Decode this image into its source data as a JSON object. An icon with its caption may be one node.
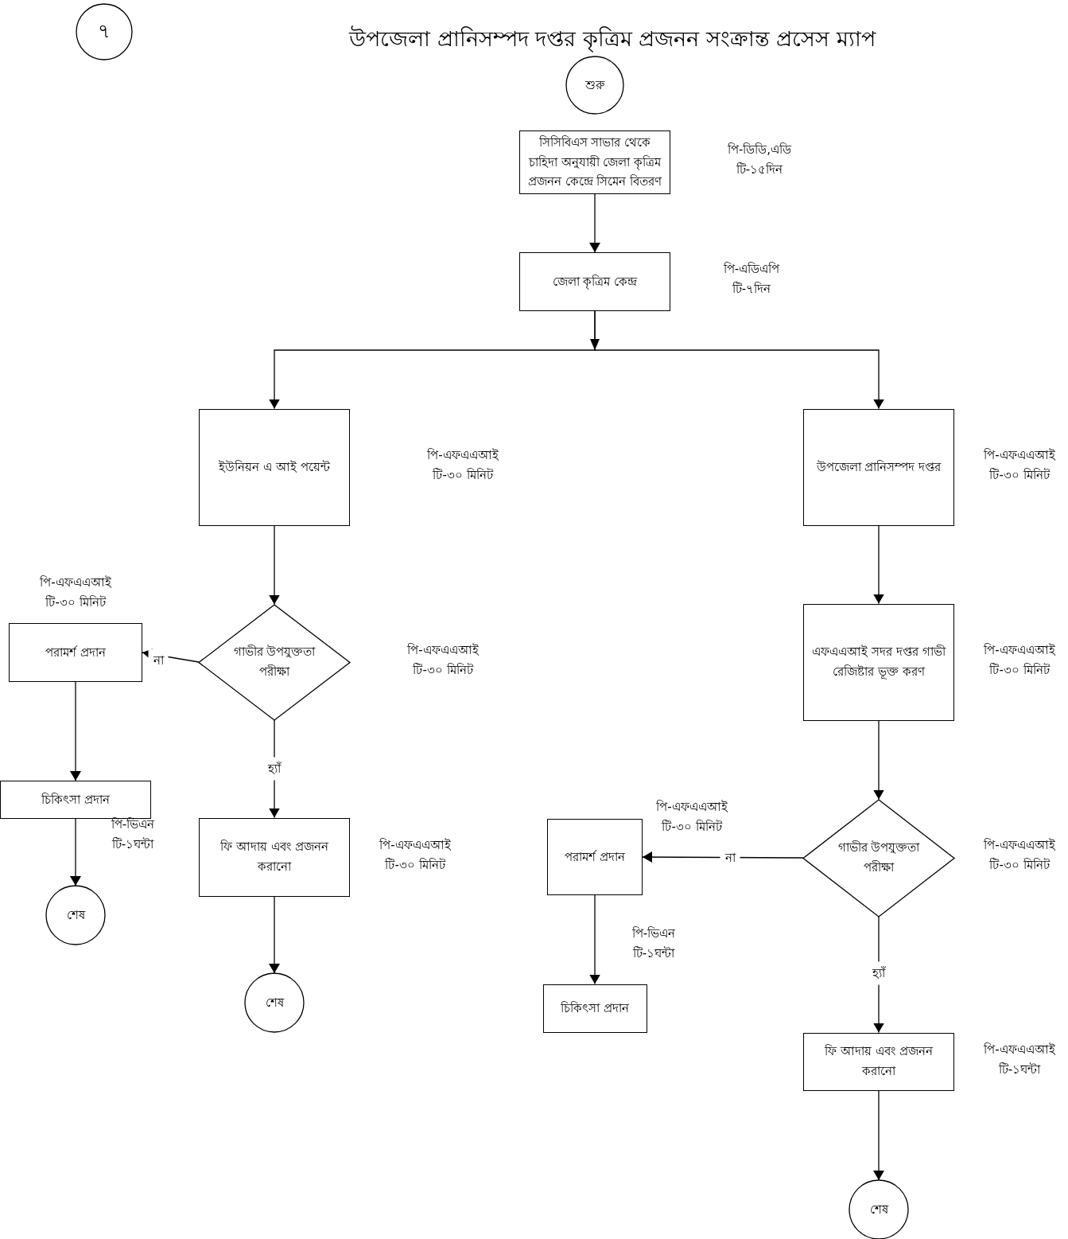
{
  "diagram": {
    "title": "উপজেলা প্রানিসম্পদ দপ্তর কৃত্রিম প্রজনন সংক্রান্ত প্রসেস ম্যাপ",
    "nodes": [
      {
        "text": [
          "৭"
        ]
      },
      {
        "text": [
          "শুরু"
        ]
      },
      {
        "text": [
          "সিসিবিএস সাভার থেকে চাহিদা অনুযায়ী জেলা কৃত্রিম প্রজনন কেন্দ্রে সিমেন বিতরণ"
        ],
        "beside": [
          "পি-ডিডি,এডি",
          "টি-১৫দিন"
        ]
      },
      {
        "text": [
          "জেলা কৃত্রিম কেন্দ্র"
        ],
        "beside": [
          "পি-এডিএপি",
          "টি-৭দিন"
        ]
      },
      {
        "text": [
          "ইউনিয়ন এ আই পয়েন্ট"
        ],
        "beside": [
          "পি-এফএএআই",
          "টি-৩০ মিনিট"
        ]
      },
      {
        "text": [
          "উপজেলা প্রানিসম্পদ দপ্তর"
        ],
        "beside": [
          "পি-এফএএআই",
          "টি-৩০ মিনিট"
        ]
      },
      {
        "text": [
          "গাভীর উপযুক্ততা পরীক্ষা"
        ],
        "beside": [
          "পি-এফএএআই",
          "টি-৩০ মিনিট"
        ]
      },
      {
        "text": [
          "পরামর্শ প্রদান"
        ],
        "beside": [
          "পি-এফএএআই",
          "টি-৩০ মিনিট"
        ]
      },
      {
        "text": [
          "চিকিৎসা প্রদান"
        ],
        "beside": [
          "পি-ভিএন",
          "টি-১ঘন্টা"
        ]
      },
      {
        "text": [
          "শেষ"
        ]
      },
      {
        "text": [
          "ফি আদায় এবং প্রজনন করানো"
        ],
        "beside": [
          "পি-এফএএআই",
          "টি-৩০ মিনিট"
        ]
      },
      {
        "text": [
          "শেষ"
        ]
      },
      {
        "text": [
          "এফএএআই সদর দপ্তর গাভী রেজিষ্টার ভূক্ত করণ"
        ],
        "beside": [
          "পি-এফএএআই",
          "টি-৩০ মিনিট"
        ]
      },
      {
        "text": [
          "গাভীর উপযুক্ততা পরীক্ষা"
        ],
        "beside": [
          "পি-এফএএআই",
          "টি-৩০ মিনিট"
        ]
      },
      {
        "text": [
          "পরামর্শ প্রদান"
        ],
        "beside": [
          "পি-এফএএআই",
          "টি-৩০ মিনিট"
        ]
      },
      {
        "text": [
          "চিকিৎসা প্রদান"
        ],
        "beside": [
          "পি-ভিএন",
          "টি-১ঘন্টা"
        ]
      },
      {
        "text": [
          "ফি আদায় এবং প্রজনন করানো"
        ],
        "beside": [
          "পি-এফএএআই",
          "টি-১ঘন্টা"
        ]
      },
      {
        "text": [
          "শেষ"
        ]
      }
    ],
    "edges": [
      {
        "from": 2,
        "to": 3,
        "arrow": "to"
      },
      {
        "from": 3,
        "to": 4,
        "arrow": "to"
      },
      {
        "from": 3,
        "to": 5,
        "arrow": "to"
      },
      {
        "from": 4,
        "to": 6,
        "arrow": "to"
      },
      {
        "from": 6,
        "to": 7,
        "arrow": "to",
        "label": "না"
      },
      {
        "from": 6,
        "to": 10,
        "arrow": "to",
        "label": "হ্যাঁ"
      },
      {
        "from": 7,
        "to": 8,
        "arrow": "to"
      },
      {
        "from": 8,
        "to": 9,
        "arrow": "to"
      },
      {
        "from": 10,
        "to": 11,
        "arrow": "to"
      },
      {
        "from": 5,
        "to": 12,
        "arrow": "to"
      },
      {
        "from": 12,
        "to": 13,
        "arrow": "to"
      },
      {
        "from": 13,
        "to": 14,
        "arrow": "to",
        "label": "না"
      },
      {
        "from": 13,
        "to": 16,
        "arrow": "to",
        "label": "হ্যাঁ"
      },
      {
        "from": 14,
        "to": 15,
        "arrow": "to"
      },
      {
        "from": 16,
        "to": 17,
        "arrow": "to"
      }
    ]
  }
}
